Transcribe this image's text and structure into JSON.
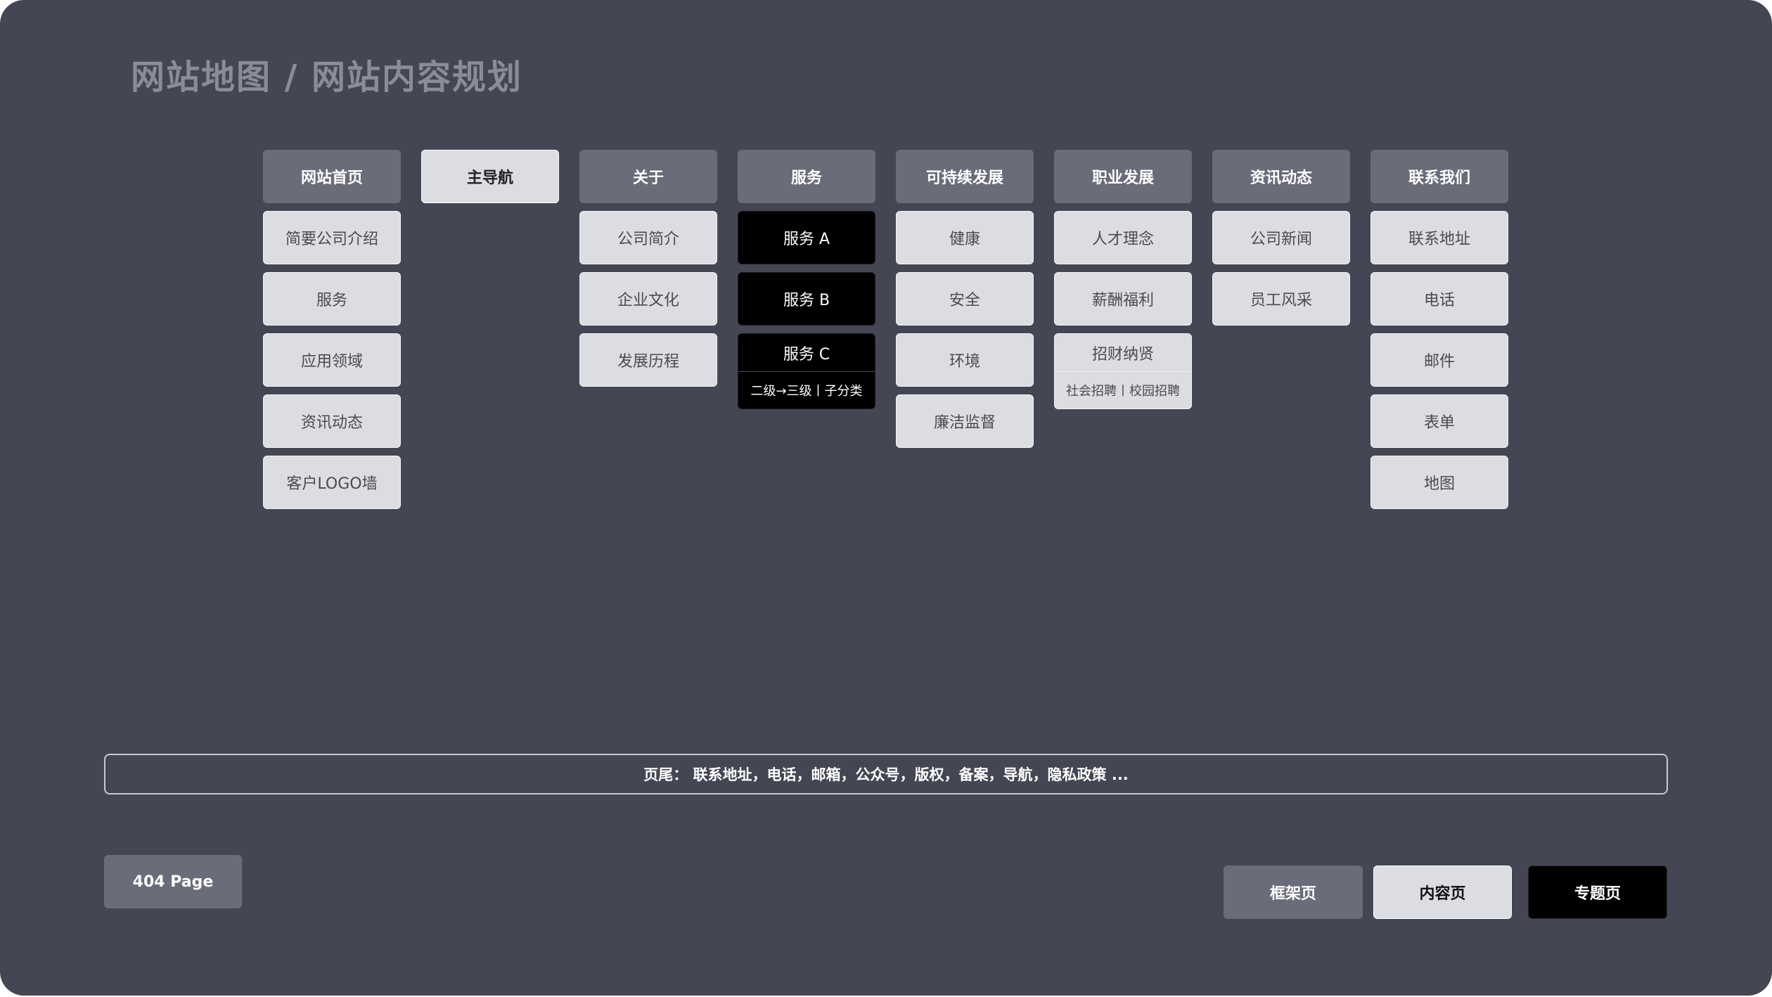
{
  "title": "网站地图 / 网站内容规划",
  "columns": [
    {
      "header": "网站首页",
      "items": [
        "简要公司介绍",
        "服务",
        "应用领域",
        "资讯动态",
        "客户LOGO墙"
      ]
    },
    {
      "header": "主导航",
      "items": []
    },
    {
      "header": "关于",
      "items": [
        "公司简介",
        "企业文化",
        "发展历程"
      ]
    },
    {
      "header": "服务",
      "items": [
        "服务 A",
        "服务 B"
      ],
      "split": {
        "label": "服务 C",
        "sub": "二级→三级丨子分类"
      }
    },
    {
      "header": "可持续发展",
      "items": [
        "健康",
        "安全",
        "环境",
        "廉洁监督"
      ]
    },
    {
      "header": "职业发展",
      "items": [
        "人才理念",
        "薪酬福利"
      ],
      "split": {
        "label": "招财纳贤",
        "sub": "社会招聘丨校园招聘"
      }
    },
    {
      "header": "资讯动态",
      "items": [
        "公司新闻",
        "员工风采"
      ]
    },
    {
      "header": "联系我们",
      "items": [
        "联系地址",
        "电话",
        "邮件",
        "表单",
        "地图"
      ]
    }
  ],
  "footer": "页尾： 联系地址，电话，邮箱，公众号，版权，备案，导航，隐私政策 ...",
  "page_404": "404 Page",
  "legend": {
    "frame": "框架页",
    "content": "内容页",
    "special": "专题页"
  }
}
